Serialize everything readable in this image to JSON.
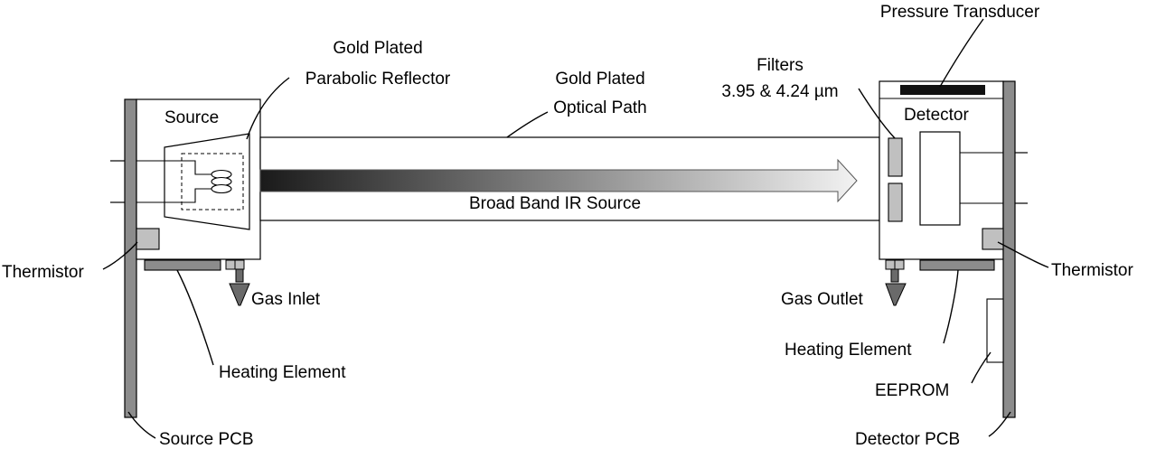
{
  "labels": {
    "source": "Source",
    "reflector_line1": "Gold Plated",
    "reflector_line2": "Parabolic Reflector",
    "optical_line1": "Gold Plated",
    "optical_line2": "Optical Path",
    "broadband": "Broad Band IR Source",
    "filters_line1": "Filters",
    "filters_line2": "3.95 & 4.24 µm",
    "pressure": "Pressure Transducer",
    "detector": "Detector",
    "thermistor_left": "Thermistor",
    "thermistor_right": "Thermistor",
    "gas_inlet": "Gas Inlet",
    "gas_outlet": "Gas Outlet",
    "heating_left": "Heating Element",
    "heating_right": "Heating Element",
    "eeprom": "EEPROM",
    "source_pcb": "Source PCB",
    "detector_pcb": "Detector PCB"
  },
  "colors": {
    "pcb": "#8c8c8c",
    "component": "#c0c0c0",
    "valve": "#6a6a6a",
    "transducer": "#111111",
    "beam_start": "#1a1a1a",
    "beam_end": "#f2f2f2"
  }
}
